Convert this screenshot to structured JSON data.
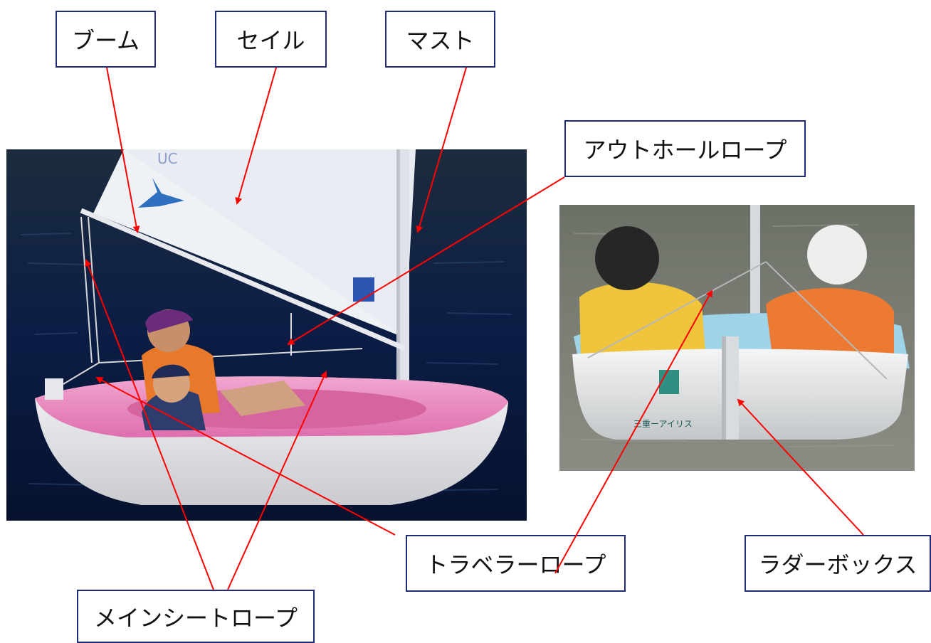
{
  "labels": {
    "boom": "ブーム",
    "sail": "セイル",
    "mast": "マスト",
    "outhaul_rope": "アウトホールロープ",
    "traveler_rope": "トラベラーロープ",
    "rudder_box": "ラダーボックス",
    "mainsheet_rope": "メインシートロープ"
  },
  "photo_text": {
    "sail_mark": "UC",
    "hull_brand": "三重ーアイリス"
  },
  "colors": {
    "box_border": "#1f2a78",
    "arrow": "#ff0000",
    "hull_pink": "#e98bc0",
    "water_dark": "#0d1a3a"
  }
}
